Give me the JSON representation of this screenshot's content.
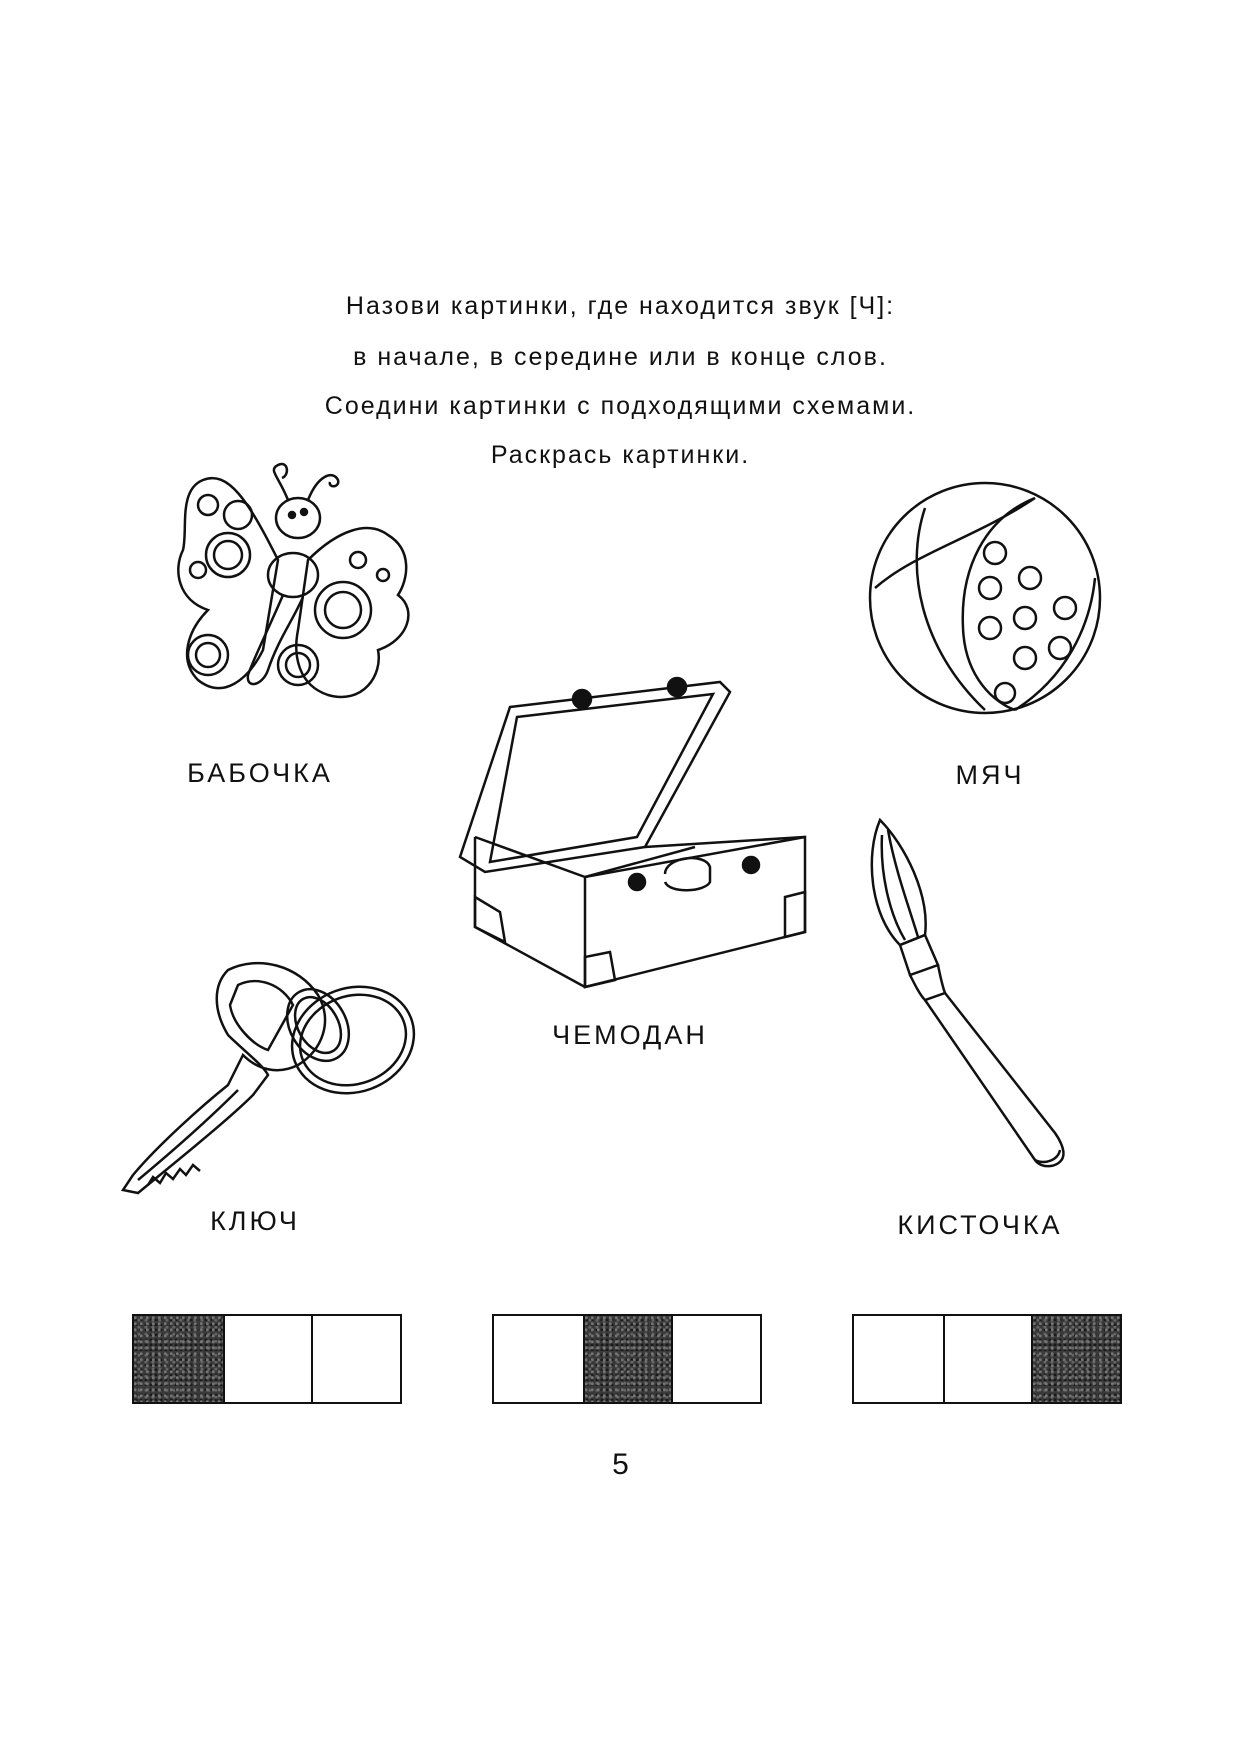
{
  "instructions": {
    "line1": "Назови картинки, где находится звук [Ч]:",
    "line2": "в начале, в середине или в конце слов.",
    "line3": "Соедини картинки с подходящими схемами.",
    "line4": "Раскрась картинки."
  },
  "pictures": {
    "butterfly": {
      "label": "БАБОЧКА",
      "icon": "butterfly-icon"
    },
    "ball": {
      "label": "МЯЧ",
      "icon": "ball-icon"
    },
    "suitcase": {
      "label": "ЧЕМОДАН",
      "icon": "suitcase-icon"
    },
    "key": {
      "label": "КЛЮЧ",
      "icon": "key-icon"
    },
    "brush": {
      "label": "КИСТОЧКА",
      "icon": "brush-icon"
    }
  },
  "schemes": [
    {
      "filled_cell": 1,
      "cells": 3
    },
    {
      "filled_cell": 2,
      "cells": 3
    },
    {
      "filled_cell": 3,
      "cells": 3
    }
  ],
  "page_number": "5",
  "colors": {
    "ink": "#111111",
    "fill": "#3a3a3a",
    "paper": "#ffffff"
  }
}
